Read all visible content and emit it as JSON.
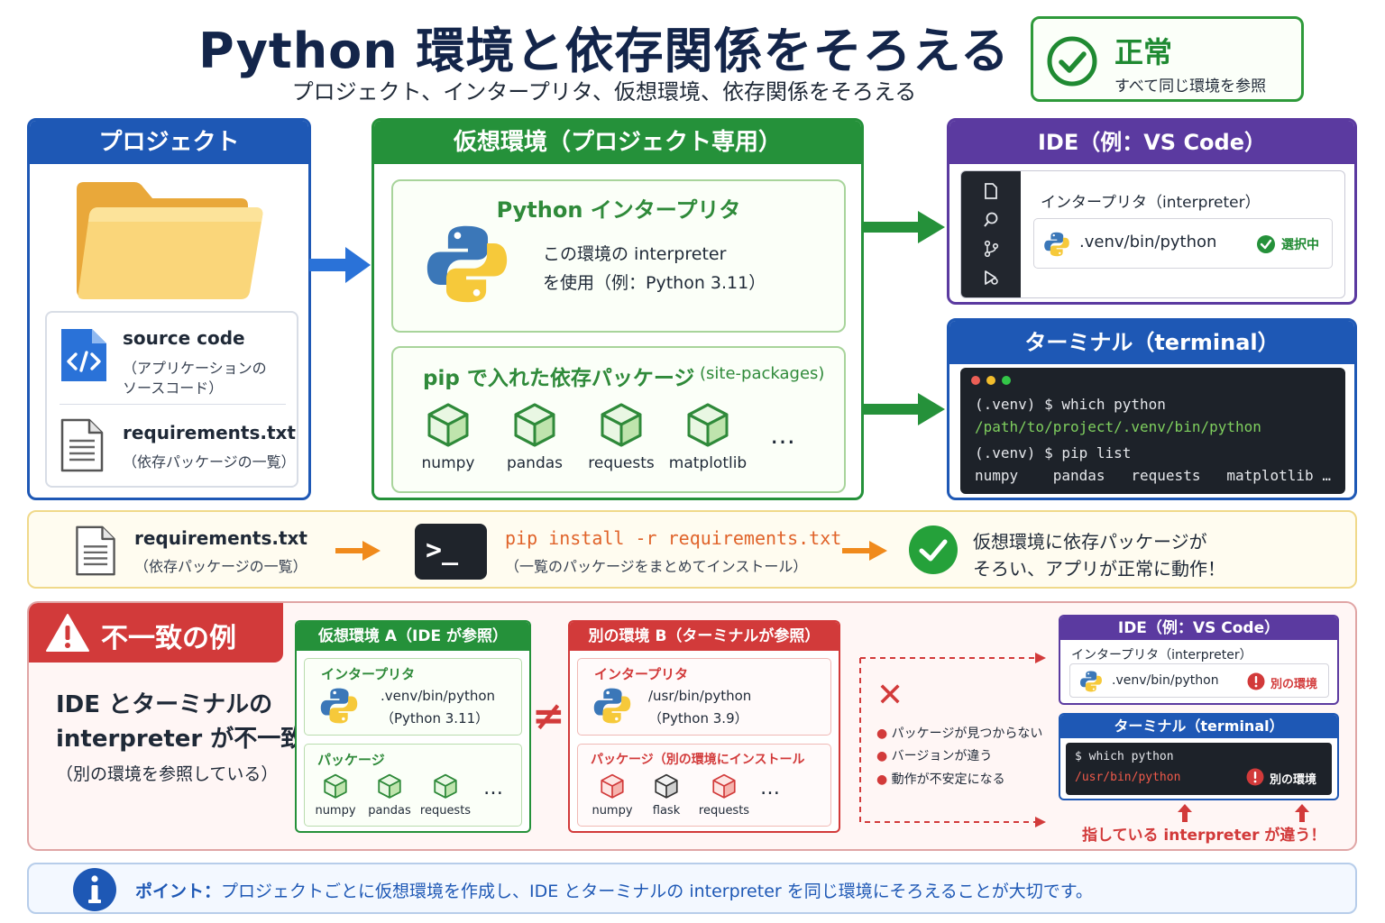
{
  "header": {
    "title": "Python 環境と依存関係をそろえる",
    "subtitle": "プロジェクト、インタープリタ、仮想環境、依存関係をそろえる"
  },
  "status": {
    "title": "正常",
    "description": "すべて同じ環境を参照",
    "color": "#2e9a3a"
  },
  "project": {
    "heading": "プロジェクト",
    "source_title": "source code",
    "source_desc_1": "（アプリケーションの",
    "source_desc_2": "ソースコード）",
    "req_title": "requirements.txt",
    "req_desc": "（依存パッケージの一覧）"
  },
  "venv": {
    "heading": "仮想環境（プロジェクト専用）",
    "interp_title": "Python インタープリタ",
    "interp_desc_1": "この環境の interpreter",
    "interp_desc_2": "を使用（例：Python 3.11）",
    "pip_title": "pip で入れた依存パッケージ",
    "pip_suffix": "(site-packages)",
    "packages": [
      "numpy",
      "pandas",
      "requests",
      "matplotlib"
    ],
    "more": "…"
  },
  "ide": {
    "heading": "IDE（例：VS Code）",
    "interp_label": "インタープリタ（interpreter）",
    "path": ".venv/bin/python",
    "selected": "選択中"
  },
  "terminal": {
    "heading": "ターミナル（terminal）",
    "line1": "(.venv) $ which python",
    "line2": "/path/to/project/.venv/bin/python",
    "line3": "(.venv) $ pip list",
    "line4": "numpy    pandas   requests   matplotlib …"
  },
  "flow": {
    "req_title": "requirements.txt",
    "req_desc": "（依存パッケージの一覧）",
    "prompt_glyph": ">_",
    "command": "pip install -r requirements.txt",
    "command_desc": "（一覧のパッケージをまとめてインストール）",
    "result_1": "仮想環境に依存パッケージが",
    "result_2": "そろい、アプリが正常に動作！"
  },
  "mismatch": {
    "tag": "不一致の例",
    "desc_1": "IDE とターミナルの",
    "desc_2": "interpreter が不一致",
    "desc_3": "（別の環境を参照している）",
    "envA": {
      "heading": "仮想環境 A（IDE が参照）",
      "interp_label": "インタープリタ",
      "path": ".venv/bin/python",
      "version": "（Python 3.11）",
      "pkg_label": "パッケージ",
      "packages": [
        "numpy",
        "pandas",
        "requests"
      ],
      "more": "…"
    },
    "neq": "≠",
    "envB": {
      "heading": "別の環境 B（ターミナルが参照）",
      "interp_label": "インタープリタ",
      "path": "/usr/bin/python",
      "version": "（Python 3.9）",
      "pkg_label": "パッケージ（別の環境にインストール",
      "packages": [
        "numpy",
        "flask",
        "requests"
      ],
      "more": "…"
    },
    "cross": "✕",
    "issues": [
      "パッケージが見つからない",
      "バージョンが違う",
      "動作が不安定になる"
    ],
    "ide": {
      "heading": "IDE（例：VS Code）",
      "interp_label": "インタープリタ（interpreter）",
      "path": ".venv/bin/python",
      "warn": "別の環境"
    },
    "terminal": {
      "heading": "ターミナル（terminal）",
      "line1": "$ which python",
      "line2": "/usr/bin/python",
      "warn": "別の環境"
    },
    "caption": "指している interpreter が違う！"
  },
  "point": {
    "label": "ポイント：",
    "text": "プロジェクトごとに仮想環境を作成し、IDE とターミナルの interpreter を同じ環境にそろえることが大切です。"
  },
  "colors": {
    "blue": "#1e58b5",
    "green": "#25913a",
    "purple": "#5b3aa0",
    "red": "#d23a3a",
    "orange": "#f08a1c",
    "navy": "#13254a"
  }
}
